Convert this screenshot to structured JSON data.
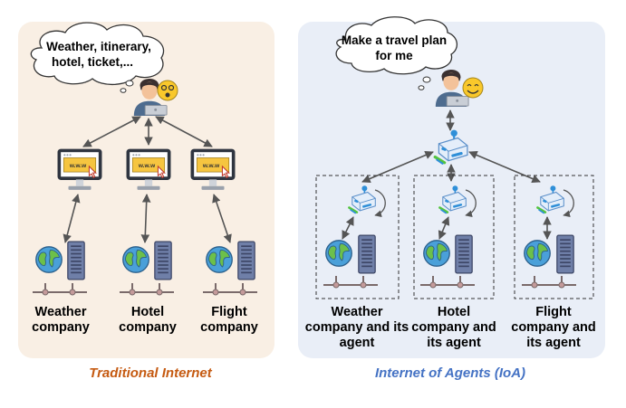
{
  "panels": {
    "left": {
      "caption": "Traditional Internet",
      "caption_color": "#c55a11",
      "background": "#f9efe4",
      "thought": [
        "Weather, itinerary,",
        "hotel, ticket,..."
      ],
      "site_label": "w.w.w",
      "companies": [
        [
          "Weather",
          "company"
        ],
        [
          "Hotel",
          "company"
        ],
        [
          "Flight",
          "company"
        ]
      ]
    },
    "right": {
      "caption": "Internet of Agents (IoA)",
      "caption_color": "#4472c4",
      "background": "#e9eef7",
      "thought": [
        "Make a travel plan",
        "for me"
      ],
      "companies": [
        [
          "Weather",
          "company and its",
          "agent"
        ],
        [
          "Hotel",
          "company and",
          "its agent"
        ],
        [
          "Flight",
          "company and",
          "its agent"
        ]
      ]
    }
  },
  "icons": [
    "user-laptop-icon",
    "dizzy-face-emoji-icon",
    "smiling-face-emoji-icon",
    "monitor-browser-icon",
    "globe-icon",
    "server-rack-icon",
    "robot-agent-icon",
    "network-bus-icon"
  ],
  "colors": {
    "arrow": "#555555",
    "monitor_screen": "#f6c540",
    "server": "#6f7fa8",
    "globe_water": "#4aa0d9",
    "globe_land": "#6cc04a",
    "robot_body": "#e4eefa",
    "robot_accent": "#2f8fd8"
  }
}
